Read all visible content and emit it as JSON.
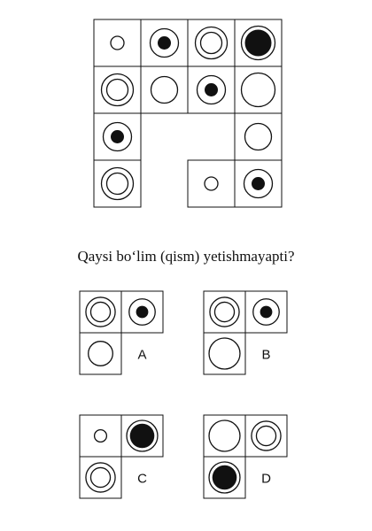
{
  "question": "Qaysi bo‘lim (qism) yetishmayapti?",
  "colors": {
    "ink": "#111111",
    "paper": "#ffffff"
  },
  "puzzle": {
    "grid": {
      "rows": 4,
      "cols": 4,
      "missing": [
        [
          2,
          1
        ],
        [
          2,
          2
        ],
        [
          3,
          1
        ]
      ],
      "cells": [
        {
          "row": 0,
          "col": 0,
          "symbol": "small-circle"
        },
        {
          "row": 0,
          "col": 1,
          "symbol": "circle-with-dot"
        },
        {
          "row": 0,
          "col": 2,
          "symbol": "double-ring"
        },
        {
          "row": 0,
          "col": 3,
          "symbol": "circle-with-big-dot"
        },
        {
          "row": 1,
          "col": 0,
          "symbol": "double-ring"
        },
        {
          "row": 1,
          "col": 1,
          "symbol": "circle"
        },
        {
          "row": 1,
          "col": 2,
          "symbol": "circle-with-dot"
        },
        {
          "row": 1,
          "col": 3,
          "symbol": "large-circle"
        },
        {
          "row": 2,
          "col": 0,
          "symbol": "circle-with-dot"
        },
        {
          "row": 2,
          "col": 3,
          "symbol": "circle"
        },
        {
          "row": 3,
          "col": 0,
          "symbol": "double-ring"
        },
        {
          "row": 3,
          "col": 2,
          "symbol": "small-circle"
        },
        {
          "row": 3,
          "col": 3,
          "symbol": "circle-with-dot"
        }
      ]
    }
  },
  "options": [
    {
      "label": "A",
      "cells": {
        "top_left": "double-ring",
        "top_right": "circle-with-dot",
        "bottom_left": "circle"
      }
    },
    {
      "label": "B",
      "cells": {
        "top_left": "double-ring",
        "top_right": "circle-with-dot",
        "bottom_left": "large-circle"
      }
    },
    {
      "label": "C",
      "cells": {
        "top_left": "small-circle",
        "top_right": "circle-with-big-dot",
        "bottom_left": "double-ring"
      }
    },
    {
      "label": "D",
      "cells": {
        "top_left": "large-circle",
        "top_right": "double-ring",
        "bottom_left": "circle-with-big-dot"
      }
    }
  ]
}
